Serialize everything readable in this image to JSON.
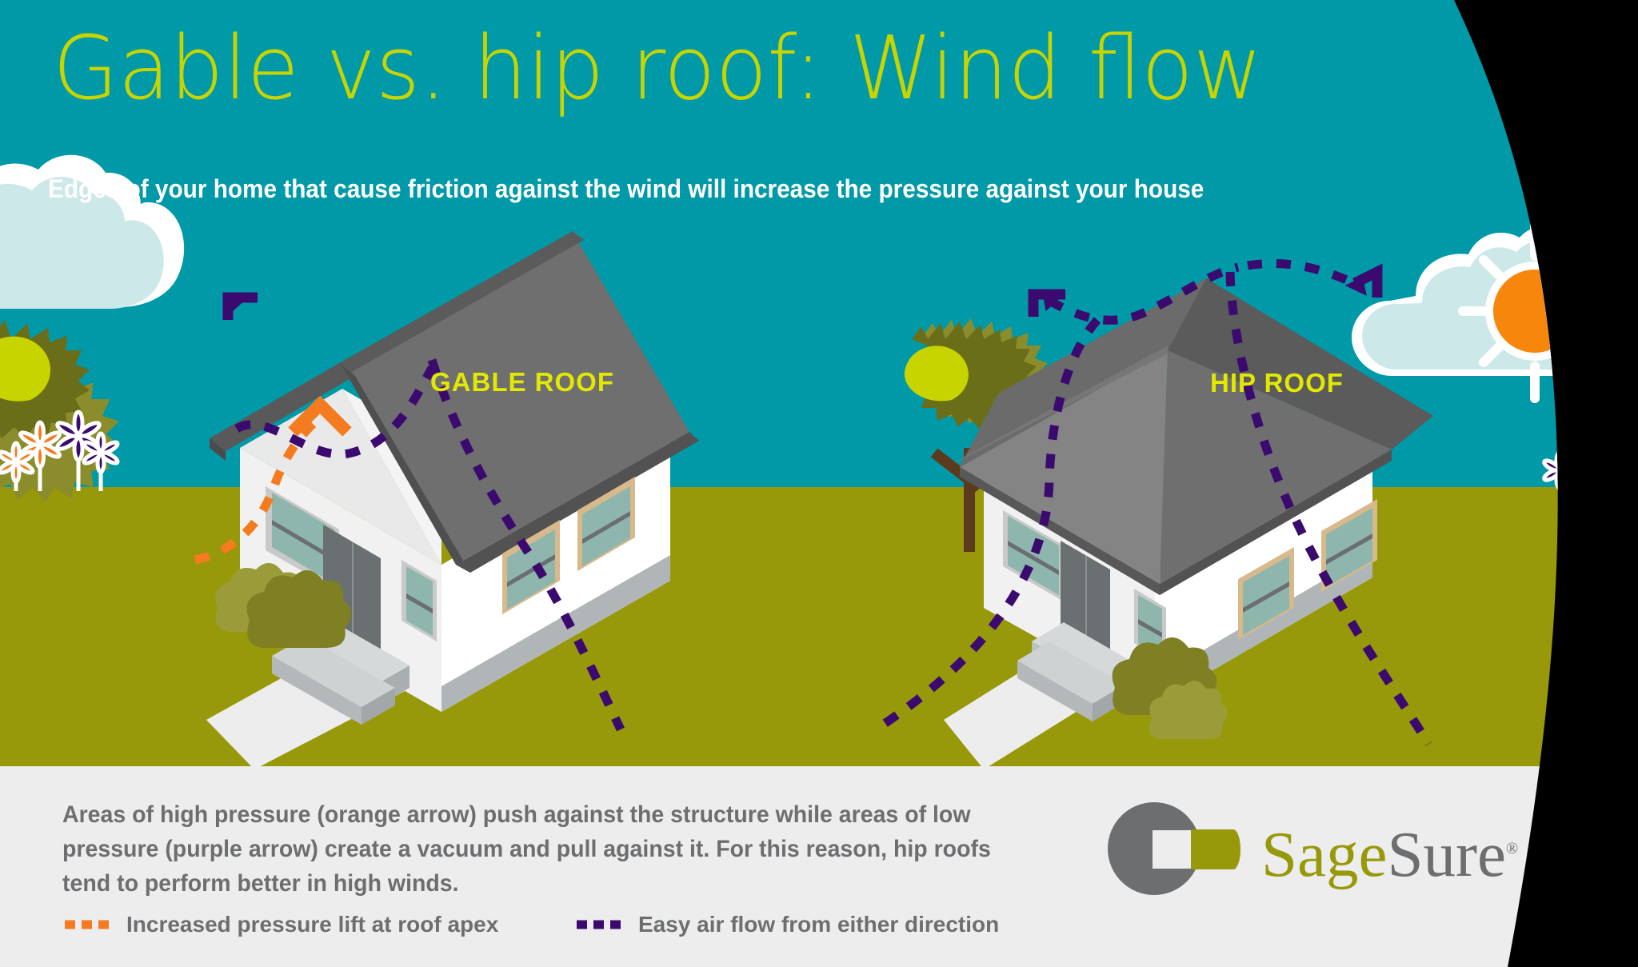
{
  "header": {
    "title": "Gable vs. hip roof: Wind flow",
    "subtitle": "Edges of your home that cause friction against the wind will increase the pressure against your house"
  },
  "diagram": {
    "gable_label": "GABLE ROOF",
    "hip_label": "HIP ROOF",
    "scene_icons": {
      "sun": "sun-icon",
      "cloud_left": "cloud-icon",
      "cloud_right": "cloud-icon",
      "tree_left": "tree-icon",
      "tree_middle": "tree-icon",
      "flowers_left": "flowers-icon",
      "flowers_right": "flowers-icon"
    }
  },
  "footer": {
    "body": "Areas of high pressure (orange arrow) push against the structure while areas of low pressure (purple arrow) create a vacuum and pull against it. For this reason, hip roofs tend to perform better in high winds.",
    "legend": [
      {
        "id": "orange",
        "color": "#f47b20",
        "label": "Increased pressure lift at roof apex"
      },
      {
        "id": "purple",
        "color": "#3b0a6e",
        "label": "Easy air flow from either direction"
      }
    ]
  },
  "logo": {
    "mark": "sagesure-logo-mark",
    "word_first": "Sage",
    "word_second": "Sure",
    "registered": "®"
  },
  "colors": {
    "teal_sky": "#0099a8",
    "ground_olive": "#98990a",
    "title_green": "#c8d400",
    "label_yellow": "#e3e800",
    "orange": "#f47b20",
    "purple": "#3b0a6e",
    "panel_gray": "#ededed",
    "text_gray": "#6d6e70",
    "roof_dark": "#5e5e5e",
    "roof_mid": "#7b7b7b",
    "sun_orange": "#f7860d",
    "cloud_fill": "#cde8e8"
  }
}
